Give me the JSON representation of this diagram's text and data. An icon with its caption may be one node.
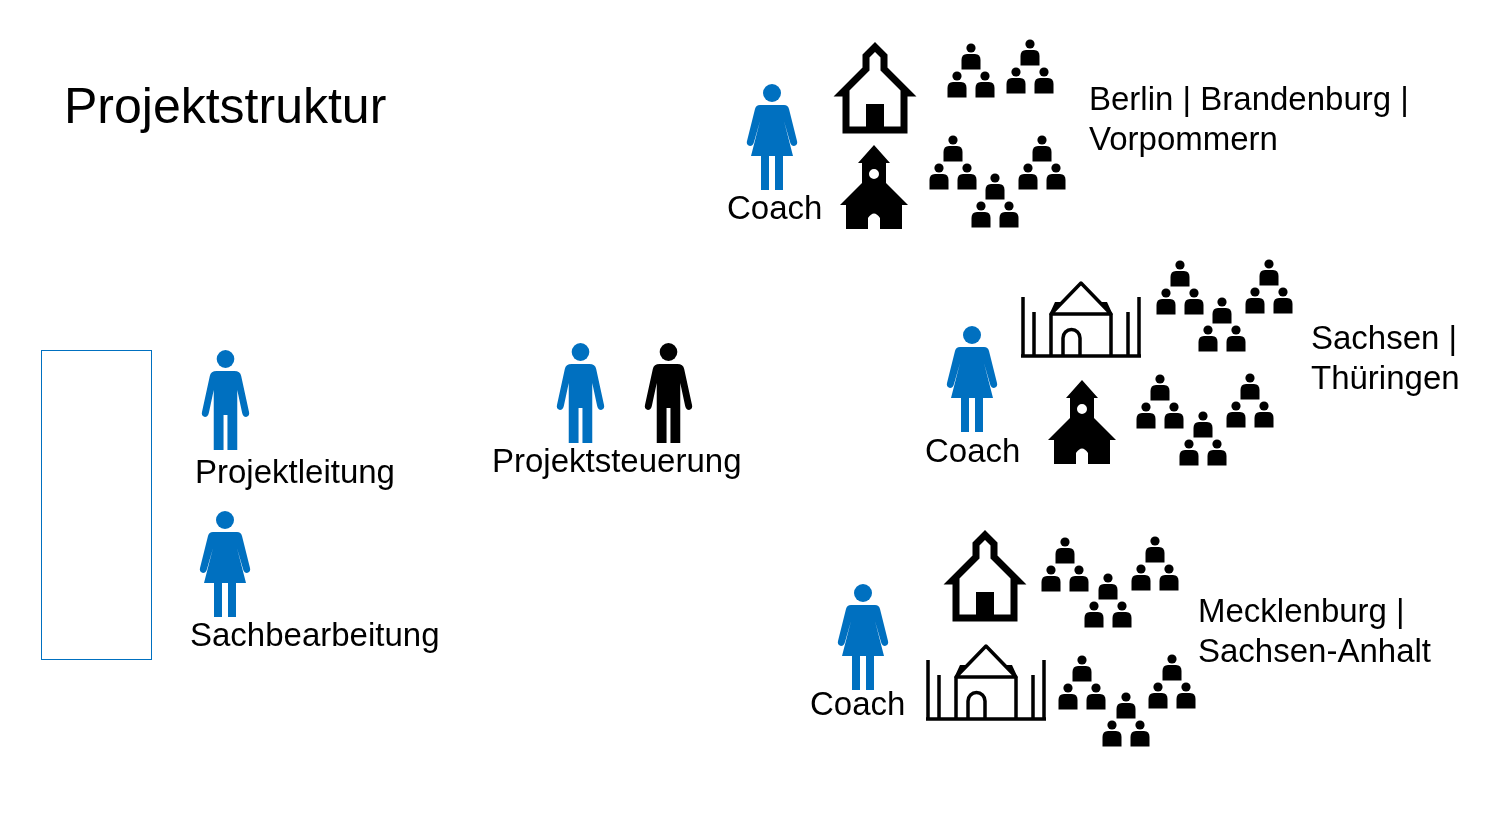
{
  "diagram": {
    "title": "Projektstruktur",
    "nodes": [
      {
        "text": [],
        "shape": "box"
      }
    ],
    "labels": [
      "Projektleitung",
      "Sachbearbeitung",
      "Projektsteuerung",
      "Coach",
      "Berlin | Brandenburg | Vorpommern",
      "Coach",
      "Sachsen | Thüringen",
      "Coach",
      "Mecklenburg | Sachsen-Anhalt"
    ]
  }
}
